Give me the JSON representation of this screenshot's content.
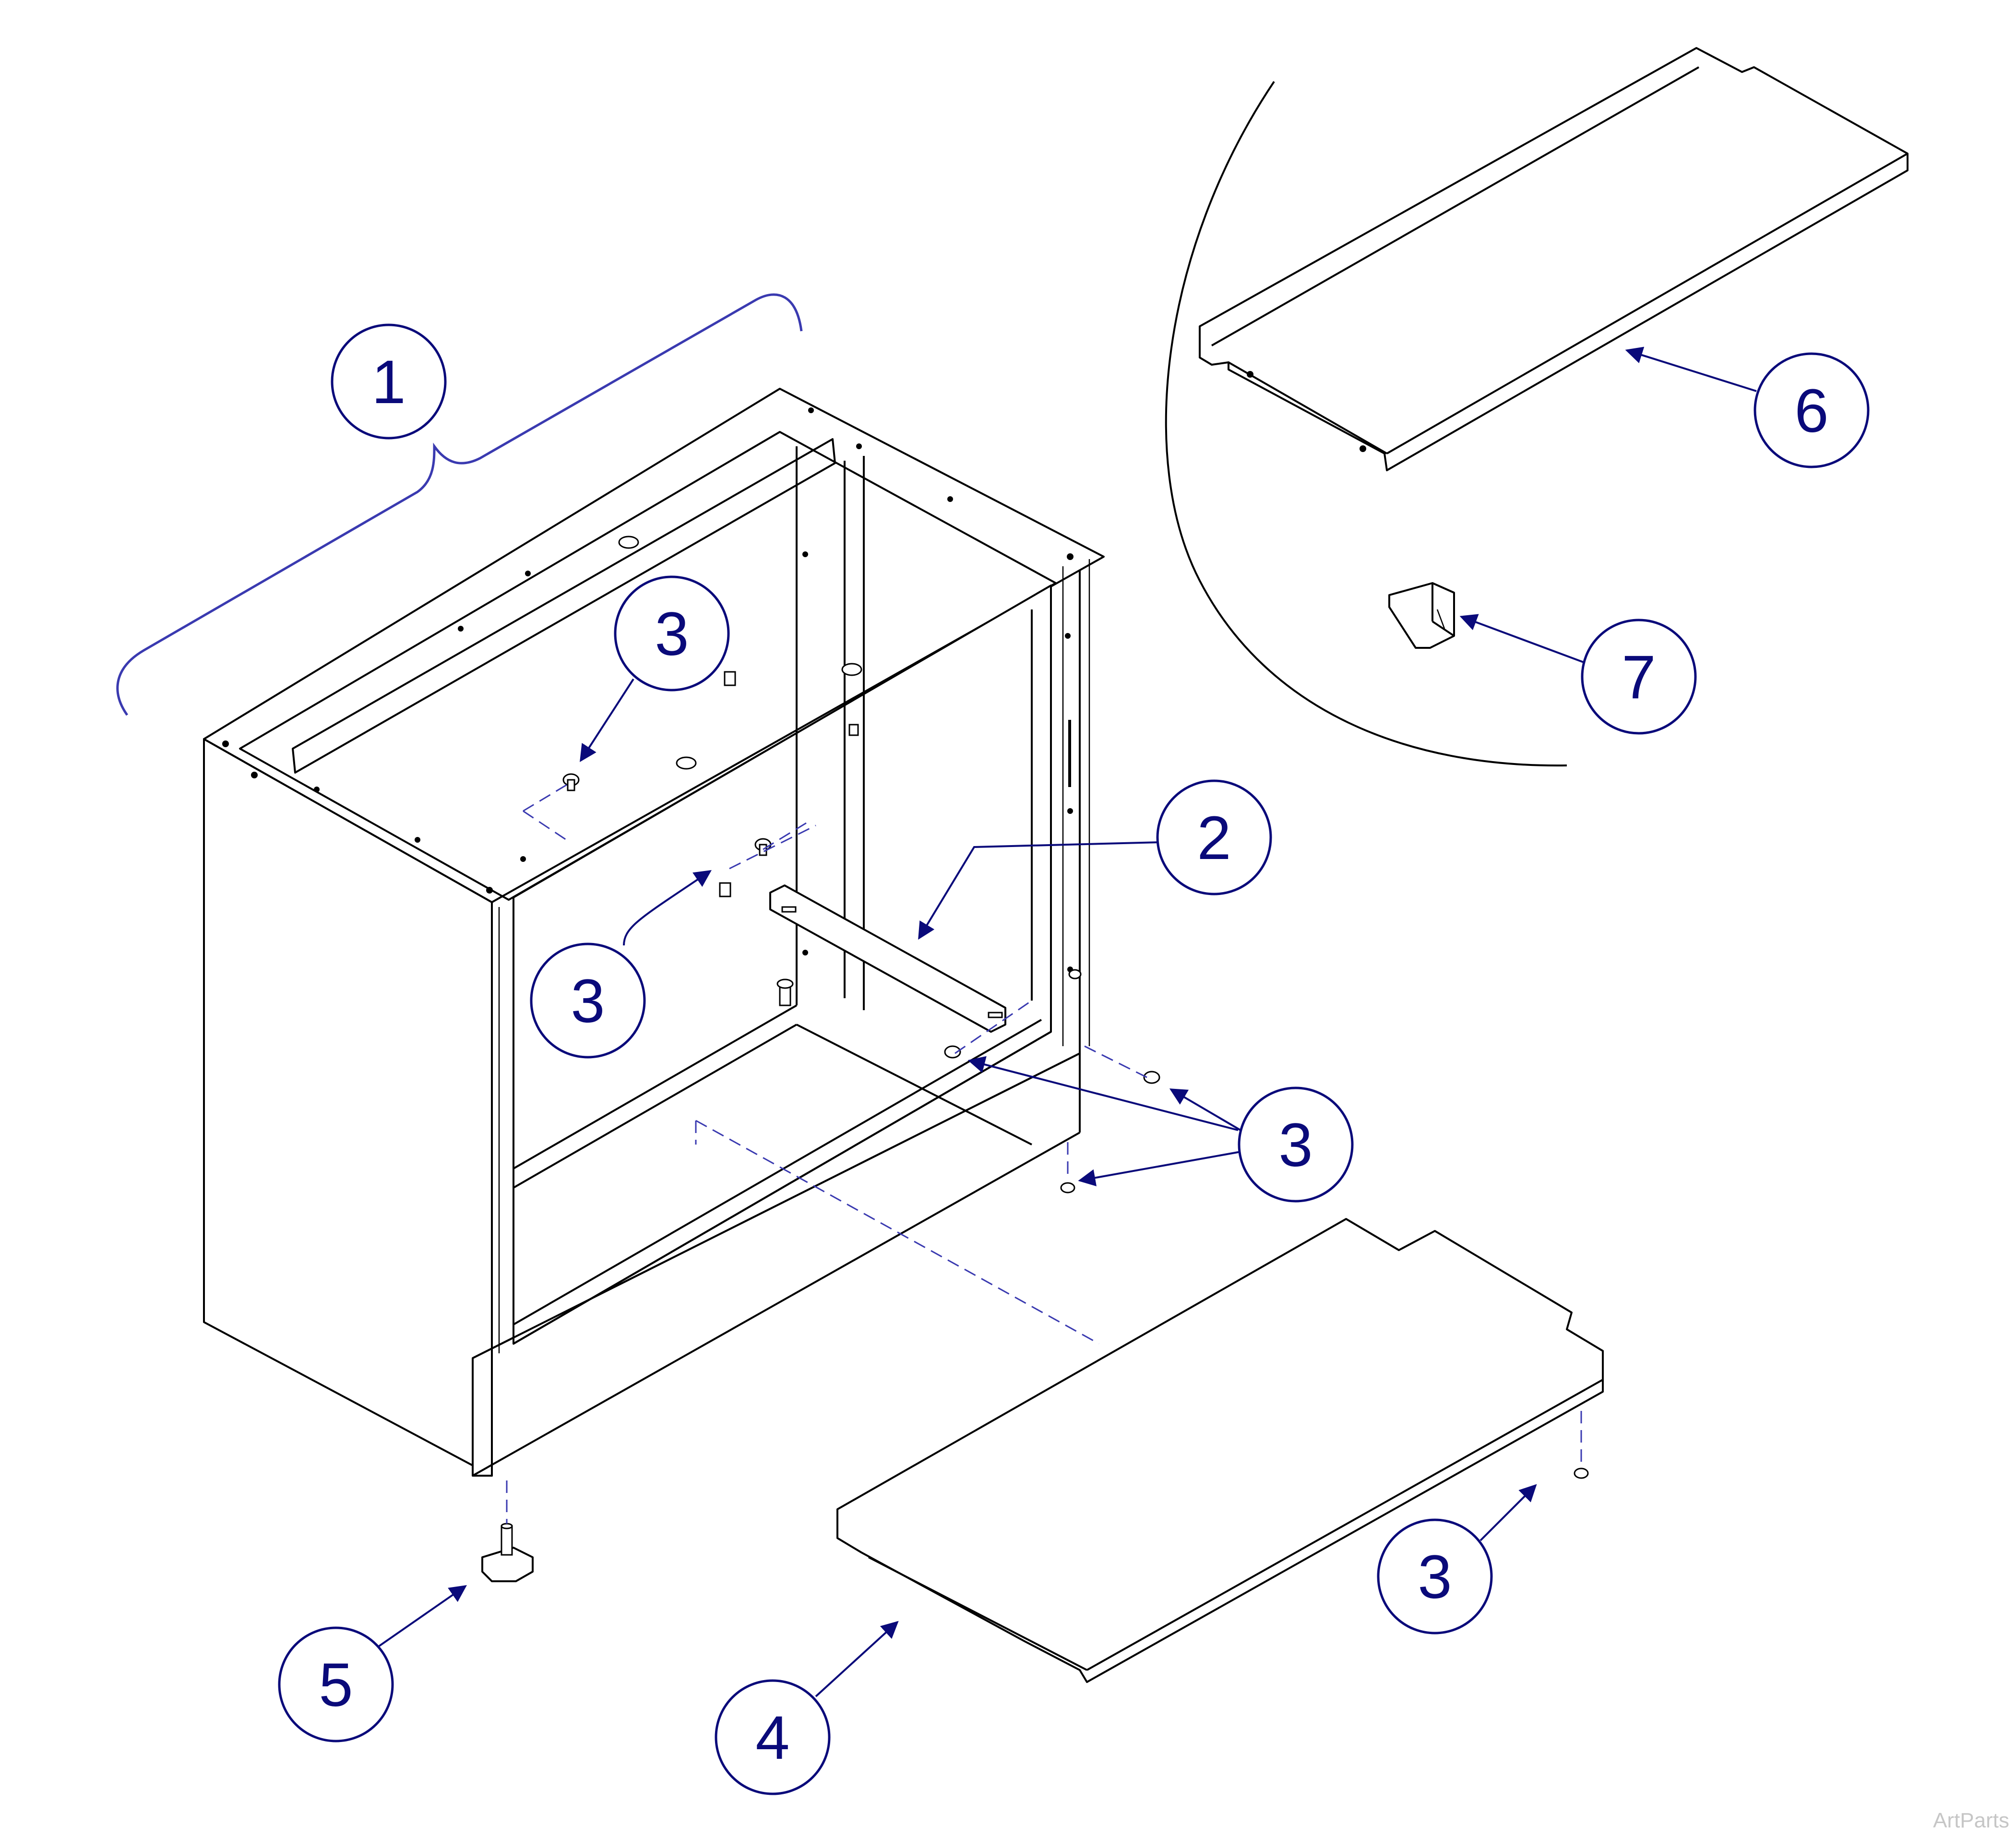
{
  "callouts": [
    {
      "id": "c1",
      "label": "1"
    },
    {
      "id": "c2",
      "label": "2"
    },
    {
      "id": "c3a",
      "label": "3"
    },
    {
      "id": "c3b",
      "label": "3"
    },
    {
      "id": "c3c",
      "label": "3"
    },
    {
      "id": "c3d",
      "label": "3"
    },
    {
      "id": "c4",
      "label": "4"
    },
    {
      "id": "c5",
      "label": "5"
    },
    {
      "id": "c6",
      "label": "6"
    },
    {
      "id": "c7",
      "label": "7"
    }
  ],
  "watermark": "ArtParts",
  "colors": {
    "callout": "#0a0a7a",
    "dashed": "#3a3ab0",
    "line": "#000000"
  }
}
